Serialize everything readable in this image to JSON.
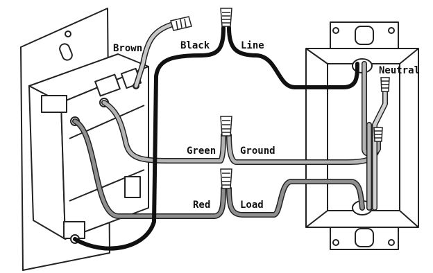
{
  "labels": {
    "brown": "Brown",
    "black": "Black",
    "line": "Line",
    "neutral": "Neutral",
    "green": "Green",
    "ground": "Ground",
    "red": "Red",
    "load": "Load"
  },
  "wire_colors": {
    "black": "#111111",
    "light_gray": "#b4b4b4",
    "mid_gray": "#8f8f8f",
    "outline": "#222222"
  }
}
